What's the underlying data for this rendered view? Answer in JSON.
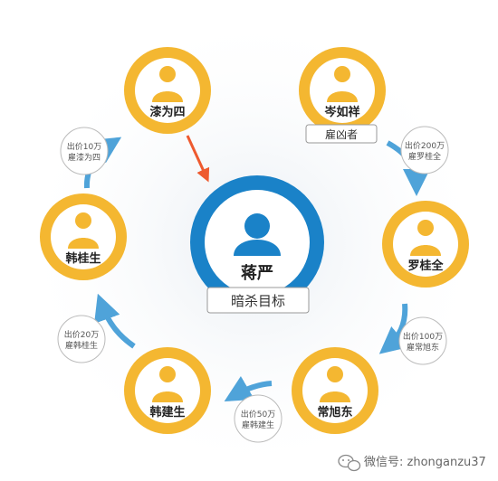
{
  "colors": {
    "ring": "#F4B731",
    "inner": "#FFFFFF",
    "person": "#F4B731",
    "center_ring": "#1A82C8",
    "center_person": "#1A82C8",
    "arrow_blue": "#4FA3D9",
    "arrow_red": "#EE5A2F",
    "bubble_border": "#BBBBBB"
  },
  "center": {
    "name": "蒋严",
    "tag": "暗杀目标",
    "icon": "person-icon"
  },
  "nodes": [
    {
      "id": "qi",
      "name": "漆为四"
    },
    {
      "id": "cen",
      "name": "岑如祥",
      "tag": "雇凶者"
    },
    {
      "id": "luo",
      "name": "罗桂全"
    },
    {
      "id": "chang",
      "name": "常旭东"
    },
    {
      "id": "hanjs",
      "name": "韩建生"
    },
    {
      "id": "hangs",
      "name": "韩桂生"
    }
  ],
  "bubbles": [
    {
      "line1": "出价200万",
      "line2": "雇罗桂全"
    },
    {
      "line1": "出价100万",
      "line2": "雇常旭东"
    },
    {
      "line1": "出价50万",
      "line2": "雇韩建生"
    },
    {
      "line1": "出价20万",
      "line2": "雇韩桂生"
    },
    {
      "line1": "出价10万",
      "line2": "雇漆为四"
    }
  ],
  "watermark": "微信号: zhonganzu37"
}
